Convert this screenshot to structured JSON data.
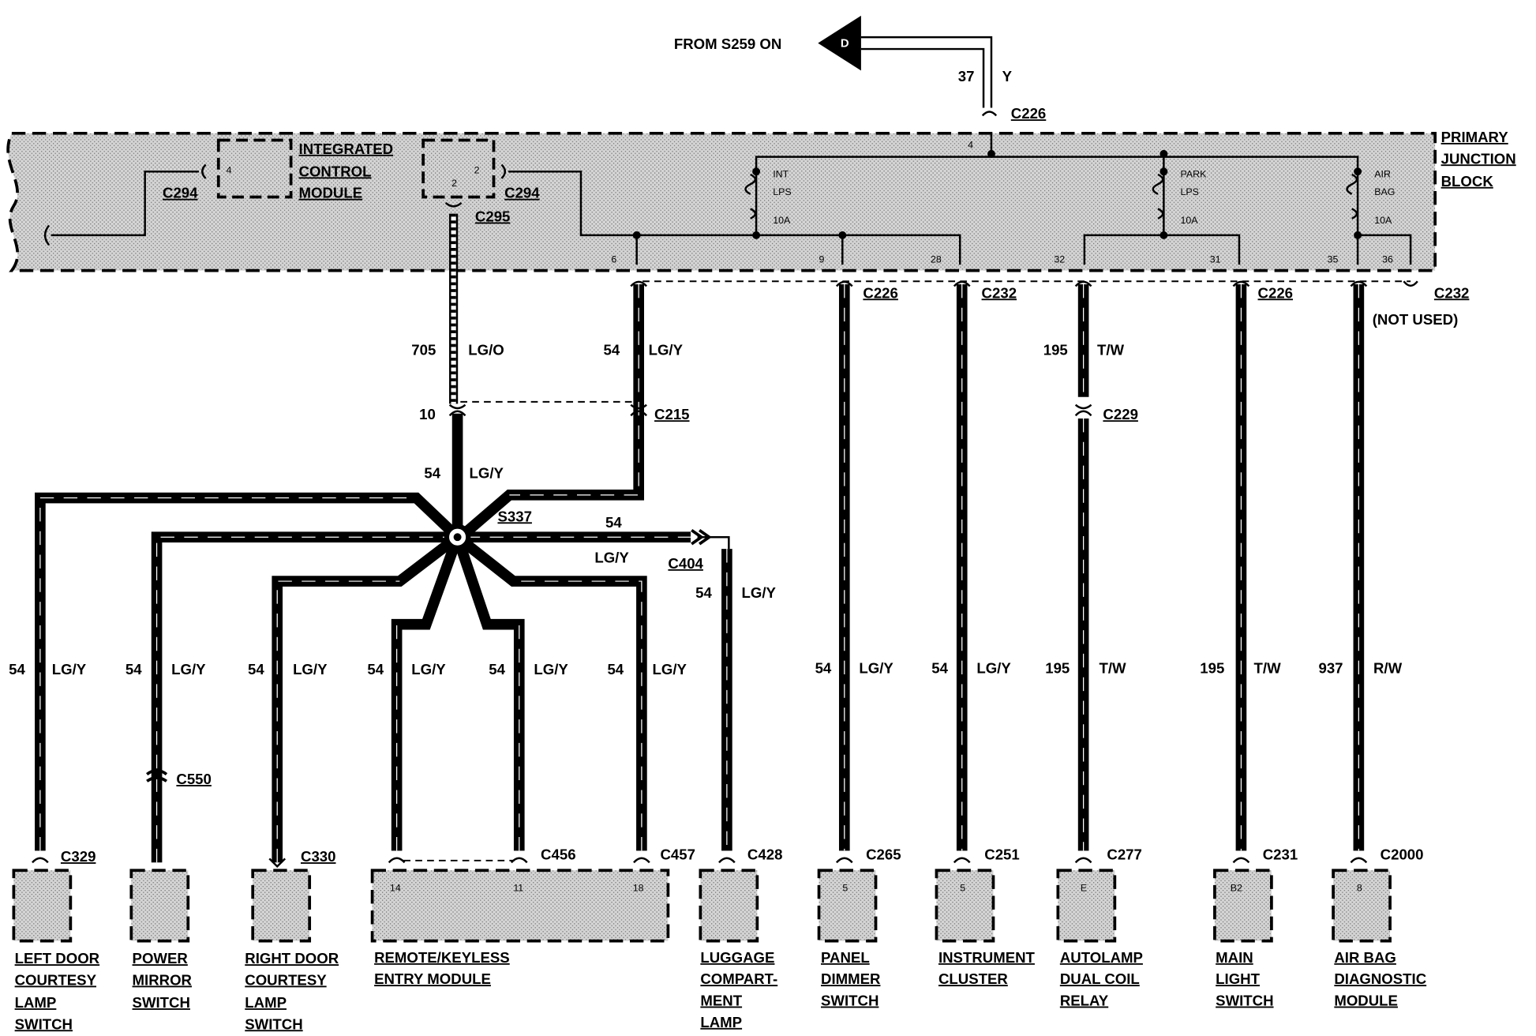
{
  "source": {
    "text": "FROM S259 ON",
    "marker": "D"
  },
  "top_wire": {
    "circuit": "37",
    "color": "Y",
    "connector": "C226"
  },
  "junction_block": {
    "title_lines": [
      "PRIMARY",
      "JUNCTION",
      "BLOCK"
    ],
    "icm_lines": [
      "INTEGRATED",
      "CONTROL",
      "MODULE"
    ],
    "icm_pin_left": "4",
    "icm_pin_right": "2",
    "icm_pin_bottom": "2",
    "icm_conn_left": "C294",
    "icm_conn_right": "C294",
    "icm_conn_bottom": "C295",
    "input_pin": "4",
    "fuses": [
      {
        "lines": [
          "INT",
          "LPS"
        ],
        "rating": "10A"
      },
      {
        "lines": [
          "PARK",
          "LPS"
        ],
        "rating": "10A"
      },
      {
        "lines": [
          "AIR",
          "BAG"
        ],
        "rating": "10A"
      }
    ],
    "pins": [
      "6",
      "9",
      "28",
      "32",
      "31",
      "35",
      "36"
    ]
  },
  "outputs": [
    {
      "connector": "C226",
      "circuit": "54",
      "color": "LG/Y"
    },
    {
      "connector": "C232",
      "circuit": "54",
      "color": "LG/Y"
    },
    {
      "connector": "C226",
      "circuit": "195",
      "color": "T/W"
    },
    {
      "connector": "C226",
      "circuit": "937",
      "color": "R/W"
    },
    {
      "connector": "C232",
      "note": "(NOT USED)"
    }
  ],
  "icm_wire": {
    "circuit": "705",
    "color": "LG/O",
    "pin": "10"
  },
  "pjb_wire": {
    "circuit": "54",
    "color": "LG/Y",
    "connector": "C215"
  },
  "splice": {
    "id": "S337",
    "circuit": "54",
    "color": "LG/Y"
  },
  "autolamp_wire": {
    "circuit": "195",
    "color": "T/W",
    "connector": "C229"
  },
  "luggage_branch": {
    "connector": "C404",
    "circuit": "54",
    "color": "LG/Y",
    "circuit2": "54",
    "color2": "LG/Y"
  },
  "branches": [
    {
      "circuit": "54",
      "color": "LG/Y",
      "connector": "C329",
      "pin": "",
      "device_lines": [
        "LEFT DOOR",
        "COURTESY",
        "LAMP",
        "SWITCH"
      ]
    },
    {
      "circuit": "54",
      "color": "LG/Y",
      "connector": "C550",
      "pin": "",
      "device_lines": [
        "POWER",
        "MIRROR",
        "SWITCH"
      ]
    },
    {
      "circuit": "54",
      "color": "LG/Y",
      "connector": "C330",
      "pin": "",
      "device_lines": [
        "RIGHT DOOR",
        "COURTESY",
        "LAMP",
        "SWITCH"
      ]
    },
    {
      "circuit": "54",
      "color": "LG/Y",
      "connector": "C456",
      "pin": "14",
      "pin2": "11",
      "pin3": "18",
      "connector2": "C457",
      "device_lines": [
        "REMOTE/KEYLESS",
        "ENTRY MODULE"
      ]
    },
    {
      "circuit": "54",
      "color": "LG/Y"
    },
    {
      "circuit": "54",
      "color": "LG/Y"
    },
    {
      "connector": "C428",
      "pin": "",
      "device_lines": [
        "LUGGAGE",
        "COMPART-",
        "MENT",
        "LAMP"
      ]
    },
    {
      "circuit": "54",
      "color": "LG/Y",
      "connector": "C265",
      "pin": "5",
      "device_lines": [
        "PANEL",
        "DIMMER",
        "SWITCH"
      ]
    },
    {
      "circuit": "54",
      "color": "LG/Y",
      "connector": "C251",
      "pin": "5",
      "device_lines": [
        "INSTRUMENT",
        "CLUSTER"
      ]
    },
    {
      "circuit": "195",
      "color": "T/W",
      "connector": "C277",
      "pin": "E",
      "device_lines": [
        "AUTOLAMP",
        "DUAL COIL",
        "RELAY"
      ]
    },
    {
      "circuit": "195",
      "color": "T/W",
      "connector": "C231",
      "pin": "B2",
      "device_lines": [
        "MAIN",
        "LIGHT",
        "SWITCH"
      ]
    },
    {
      "circuit": "937",
      "color": "R/W",
      "connector": "C2000",
      "pin": "8",
      "device_lines": [
        "AIR BAG",
        "DIAGNOSTIC",
        "MODULE"
      ]
    }
  ],
  "colors": {
    "ink": "#000000",
    "paper": "#ffffff",
    "stipple": "#bdbdbd"
  }
}
